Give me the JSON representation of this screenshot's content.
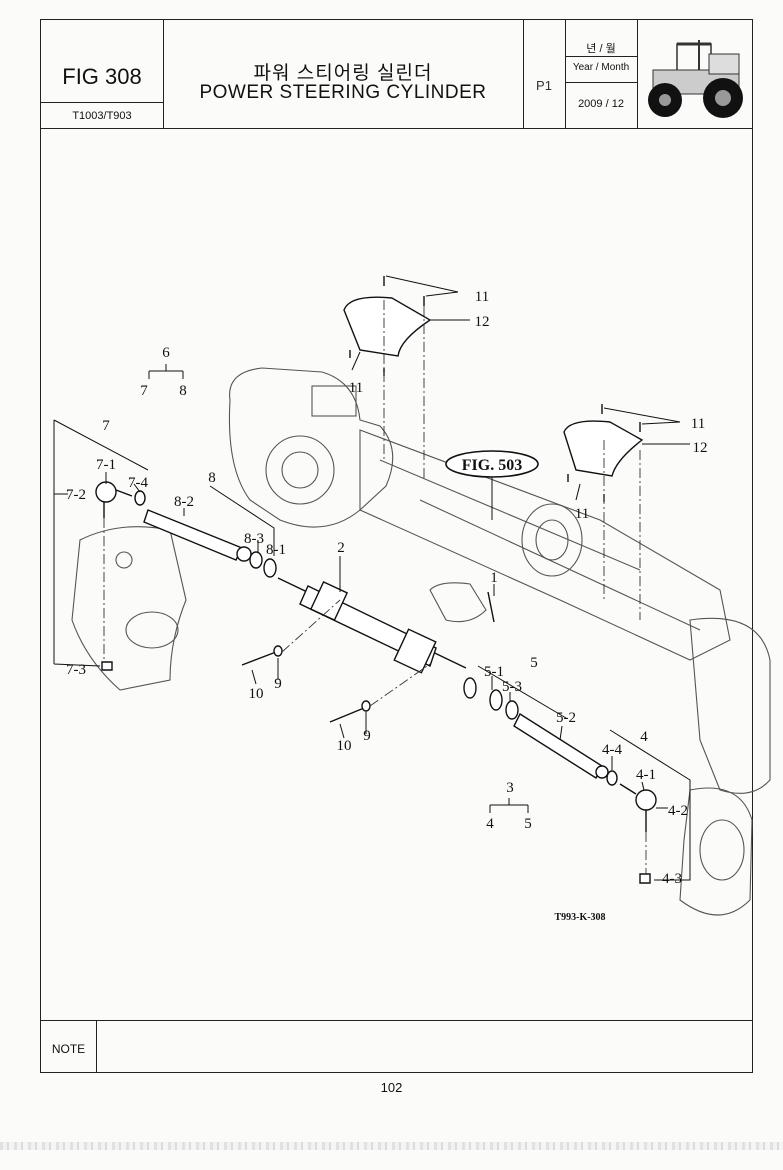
{
  "header": {
    "fig_code": "FIG 308",
    "model": "T1003/T903",
    "title_ko": "파워 스티어링 실린더",
    "title_en": "POWER STEERING CYLINDER",
    "page_code": "P1",
    "year_month_ko": "년 / 월",
    "year_month_en": "Year / Month",
    "year_month_value": "2009 / 12",
    "thumbnail_icon": "tractor-icon"
  },
  "diagram": {
    "fig_reference": "FIG. 503",
    "drawing_code": "T993-K-308",
    "callouts": {
      "c1": "1",
      "c2": "2",
      "c3": "3",
      "c4": "4",
      "c5": "5",
      "c6": "6",
      "c7": "7",
      "c8": "8",
      "c9": "9",
      "c10": "10",
      "c11": "11",
      "c12": "12",
      "c4_1": "4-1",
      "c4_2": "4-2",
      "c4_3": "4-3",
      "c4_4": "4-4",
      "c5_1": "5-1",
      "c5_2": "5-2",
      "c5_3": "5-3",
      "c7_1": "7-1",
      "c7_2": "7-2",
      "c7_3": "7-3",
      "c7_4": "7-4",
      "c8_1": "8-1",
      "c8_2": "8-2",
      "c8_3": "8-3"
    }
  },
  "footer": {
    "note_label": "NOTE",
    "page_number": "102"
  }
}
